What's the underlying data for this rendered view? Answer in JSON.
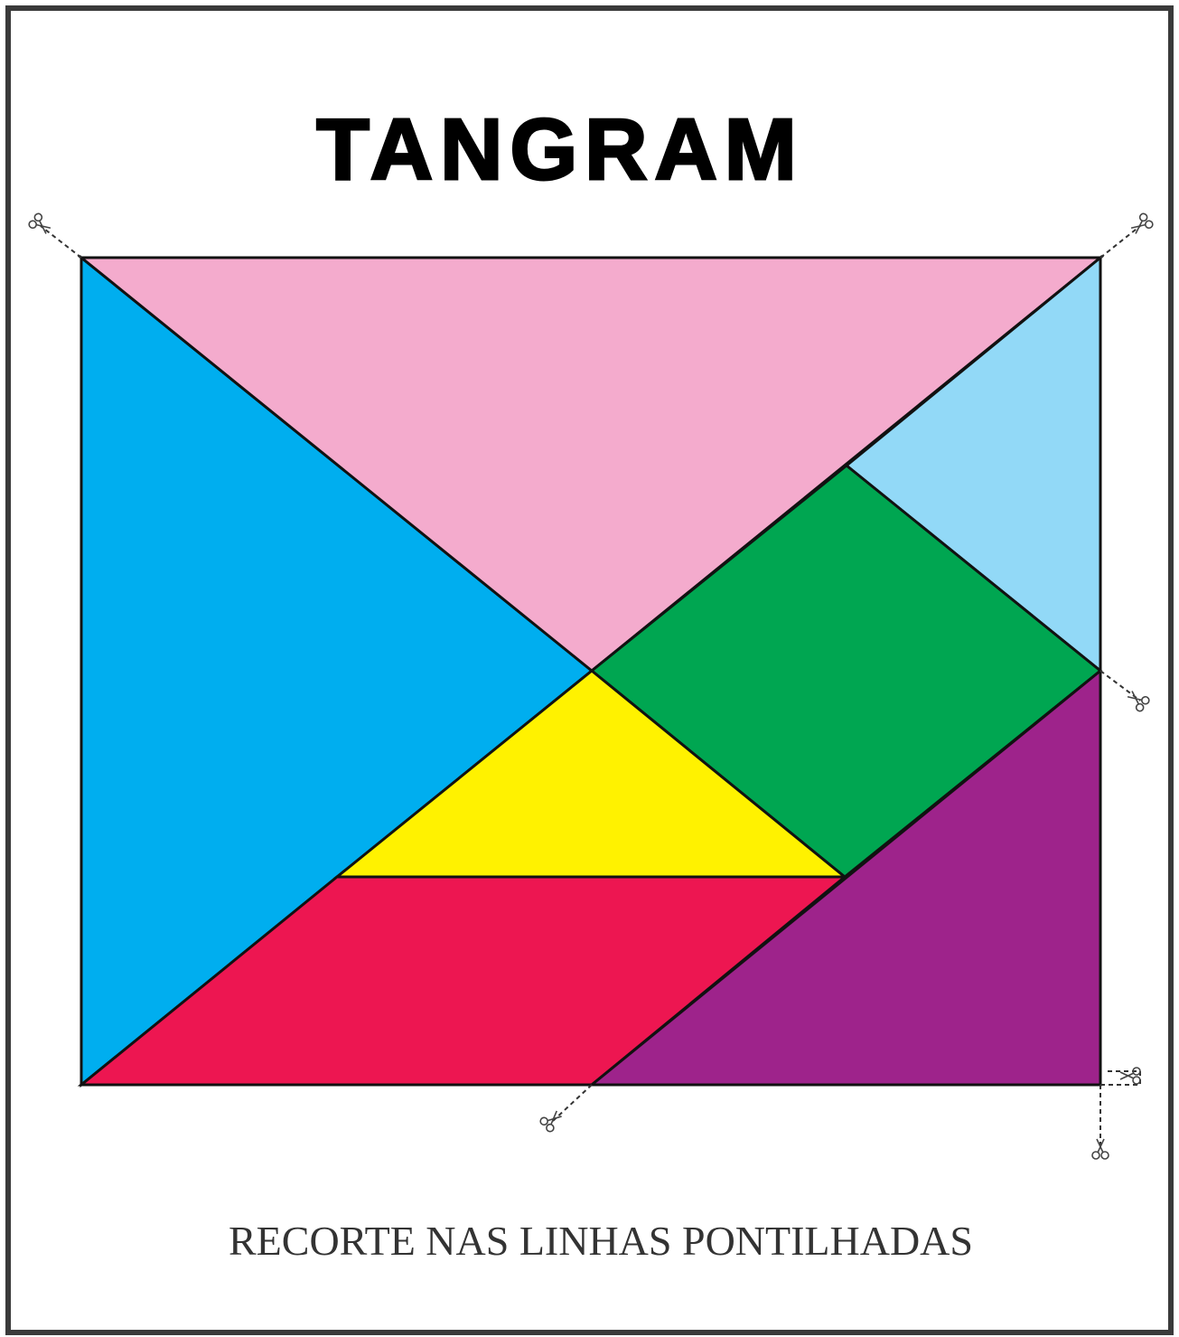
{
  "title": "TANGRAM",
  "instruction": "RECORTE NAS LINHAS PONTILHADAS",
  "pieces": [
    {
      "name": "large-triangle-blue",
      "color": "#00aeef"
    },
    {
      "name": "large-triangle-pink",
      "color": "#f4abcd"
    },
    {
      "name": "small-triangle-light-blue",
      "color": "#92d9f7"
    },
    {
      "name": "square-green",
      "color": "#00a651"
    },
    {
      "name": "small-triangle-yellow",
      "color": "#fff200"
    },
    {
      "name": "parallelogram-red",
      "color": "#ed1651"
    },
    {
      "name": "medium-triangle-purple",
      "color": "#9e238b"
    }
  ],
  "cut_marks": [
    "scissors-icon",
    "scissors-icon",
    "scissors-icon",
    "scissors-icon",
    "scissors-icon",
    "scissors-icon"
  ]
}
